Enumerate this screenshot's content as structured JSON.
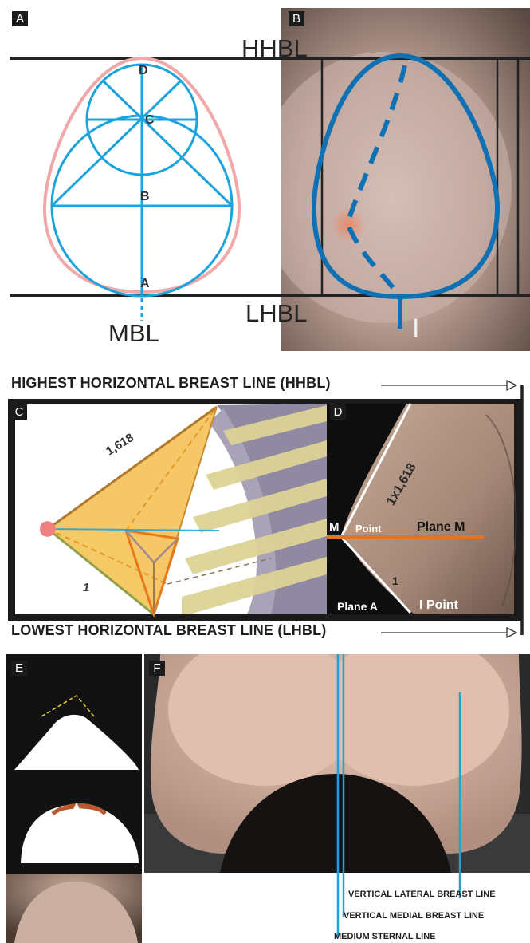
{
  "panels": {
    "a": {
      "label": "A",
      "points": {
        "d": "D",
        "c": "C",
        "b": "B",
        "a": "A"
      },
      "mbl": "MBL"
    },
    "b": {
      "label": "B",
      "hhbl": "HHBL",
      "lhbl": "LHBL",
      "i": "I"
    },
    "c": {
      "label": "C",
      "ratio_long": "1,618",
      "ratio_short": "1"
    },
    "d": {
      "label": "D",
      "ratio_long": "1x1,618",
      "m": "M",
      "point": "Point",
      "plane_m": "Plane M",
      "ratio_short": "1",
      "plane_a": "Plane A",
      "i_point": "I Point"
    },
    "e": {
      "label": "E"
    },
    "f": {
      "label": "F"
    }
  },
  "headers": {
    "top": "HIGHEST HORIZONTAL BREAST LINE (HHBL)",
    "bottom": "LOWEST HORIZONTAL BREAST LINE (LHBL)"
  },
  "lines": {
    "lateral": "VERTICAL LATERAL BREAST LINE",
    "medial": "VERTICAL MEDIAL BREAST LINE",
    "sternal": "MEDIUM STERNAL LINE"
  },
  "colors": {
    "blue": "#1aa3dd",
    "dark_blue": "#1070b4",
    "pink": "#f0a8a8",
    "orange": "#e87a1c",
    "gold": "#f3bd4c"
  }
}
